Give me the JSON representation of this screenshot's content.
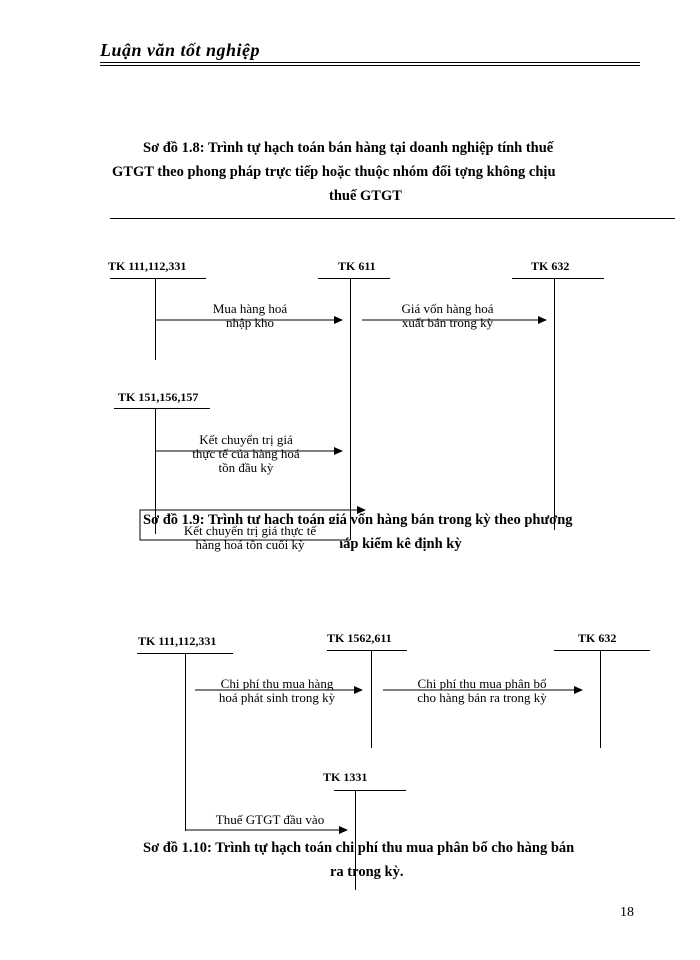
{
  "header": {
    "title": "Luận văn tốt nghiệp"
  },
  "diagram1": {
    "caption_lines": [
      "Sơ đồ 1.8: Trình tự hạch toán bán hàng tại doanh nghiệp tính thuế",
      "GTGT theo phong   pháp trực tiếp hoặc thuộc nhóm đối tợng   không chịu",
      "thuế GTGT"
    ],
    "accounts": {
      "tk111": "TK 111,112,331",
      "tk611": "TK 611",
      "tk632": "TK 632",
      "tk151": "TK 151,156,157"
    },
    "flows": {
      "purchase": [
        "Mua hàng hoá",
        "nhập kho"
      ],
      "cogs": [
        "Giá vốn hàng hoá",
        "xuất bán trong kỳ"
      ],
      "opening": [
        "Kết chuyển trị giá",
        "thực tế của hàng hoá",
        "tồn đầu kỳ"
      ],
      "closing": [
        "Kết chuyển trị giá thực tế",
        "hàng hoá tồn cuối kỳ"
      ]
    }
  },
  "diagram2": {
    "caption_lines": [
      "Sơ đồ 1.9: Trình tự hạch toán giá vốn hàng bán trong kỳ theo phương",
      "pháp kiểm kê định kỳ"
    ],
    "accounts": {
      "tk111": "TK  111,112,331",
      "tk1562": "TK  1562,611",
      "tk632": "TK 632",
      "tk1331": "TK 1331"
    },
    "flows": {
      "cost_incurred": [
        "Chi phí thu mua hàng",
        "hoá phát sinh trong kỳ"
      ],
      "cost_allocated": [
        "Chi phí thu mua  phân bổ",
        "cho hàng bán ra trong kỳ"
      ],
      "vat_input": [
        "Thuế GTGT đầu vào"
      ]
    }
  },
  "diagram3": {
    "caption_lines": [
      "Sơ đồ 1.10: Trình tự hạch toán chi phí thu mua phân bổ cho hàng bán",
      "ra trong kỳ."
    ]
  },
  "footer": {
    "page_number": "18"
  }
}
